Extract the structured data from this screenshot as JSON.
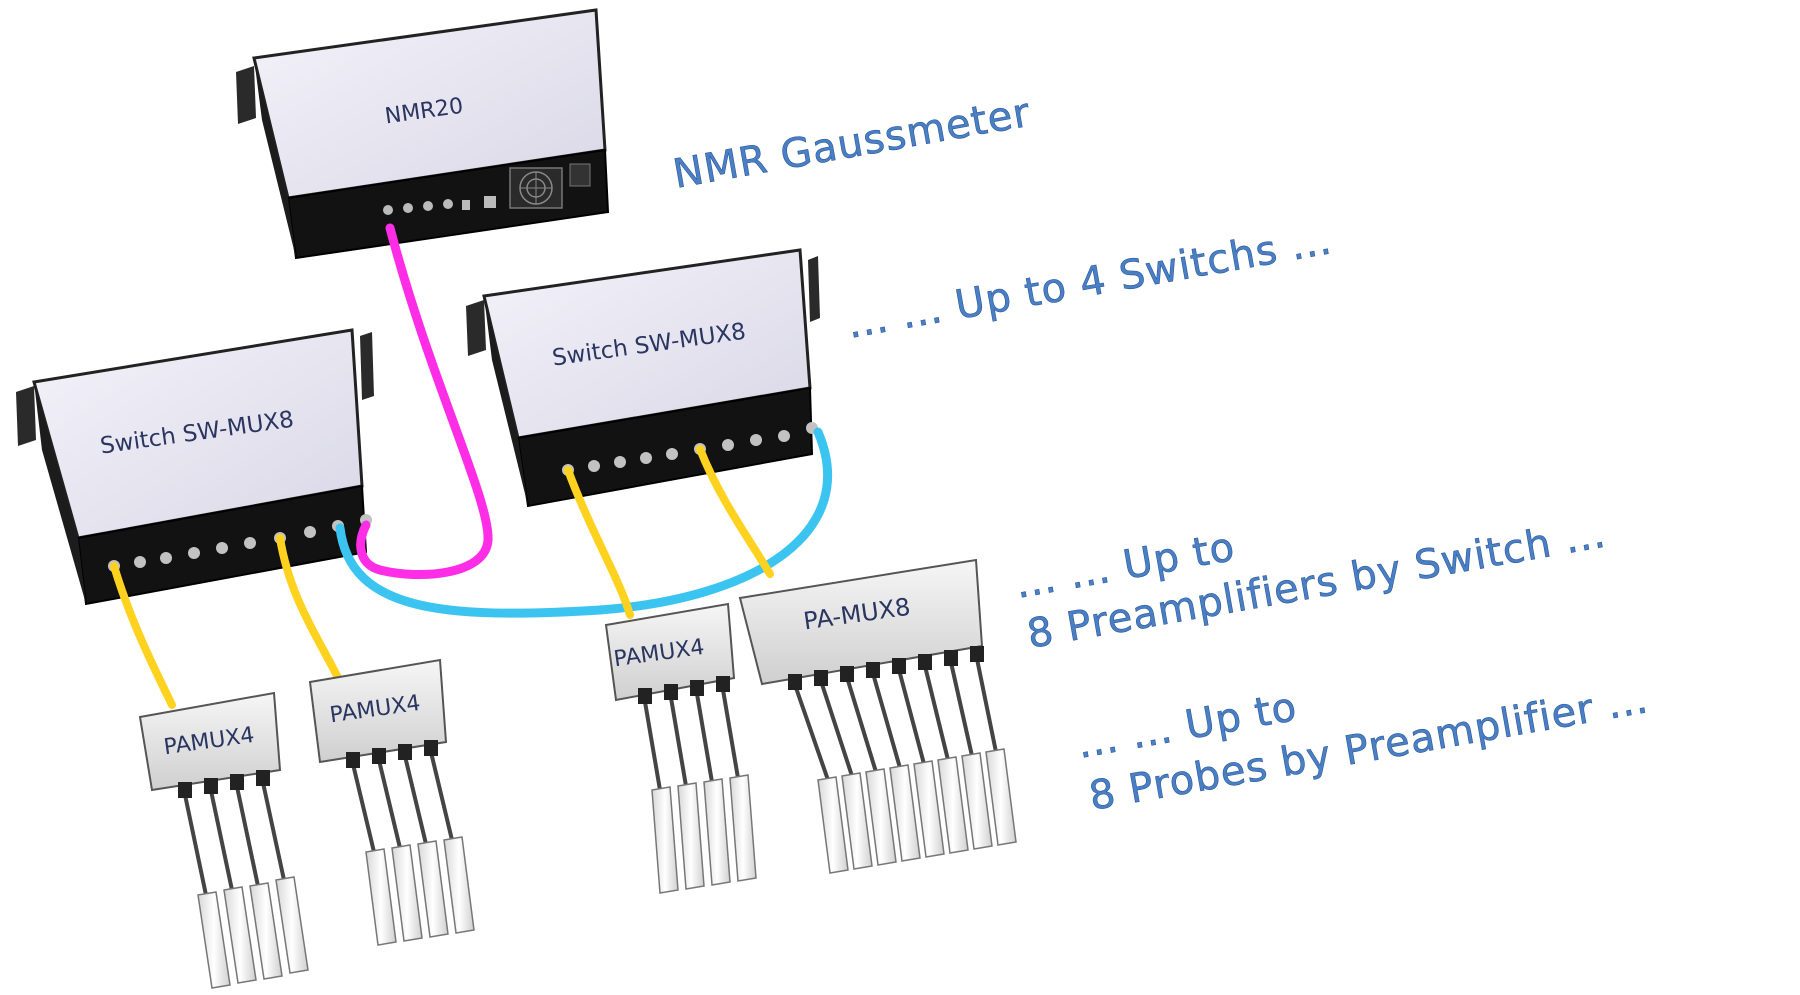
{
  "devices": {
    "gaussmeter": {
      "label": "NMR20"
    },
    "switch_1": {
      "label": "Switch SW-MUX8"
    },
    "switch_2": {
      "label": "Switch SW-MUX8"
    },
    "preamp_1": {
      "label": "PAMUX4"
    },
    "preamp_2": {
      "label": "PAMUX4"
    },
    "preamp_3": {
      "label": "PAMUX4"
    },
    "preamp_4": {
      "label": "PA-MUX8"
    }
  },
  "captions": {
    "gaussmeter": "NMR Gaussmeter",
    "switches": "... ... Up to 4 Switchs ...",
    "preamps_line1": "... ... Up to",
    "preamps_line2": "8 Preamplifiers by Switch ...",
    "probes_line1": "... ... Up to",
    "probes_line2": "8 Probes by Preamplifier ..."
  },
  "colors": {
    "gaussmeter_cable": "#ff2ee6",
    "switch_link_cable": "#3cc4f0",
    "preamp_cable": "#ffd21f",
    "caption_text": "#4a7fc4",
    "device_panel": "#e8e6f2",
    "device_body": "#111111"
  }
}
